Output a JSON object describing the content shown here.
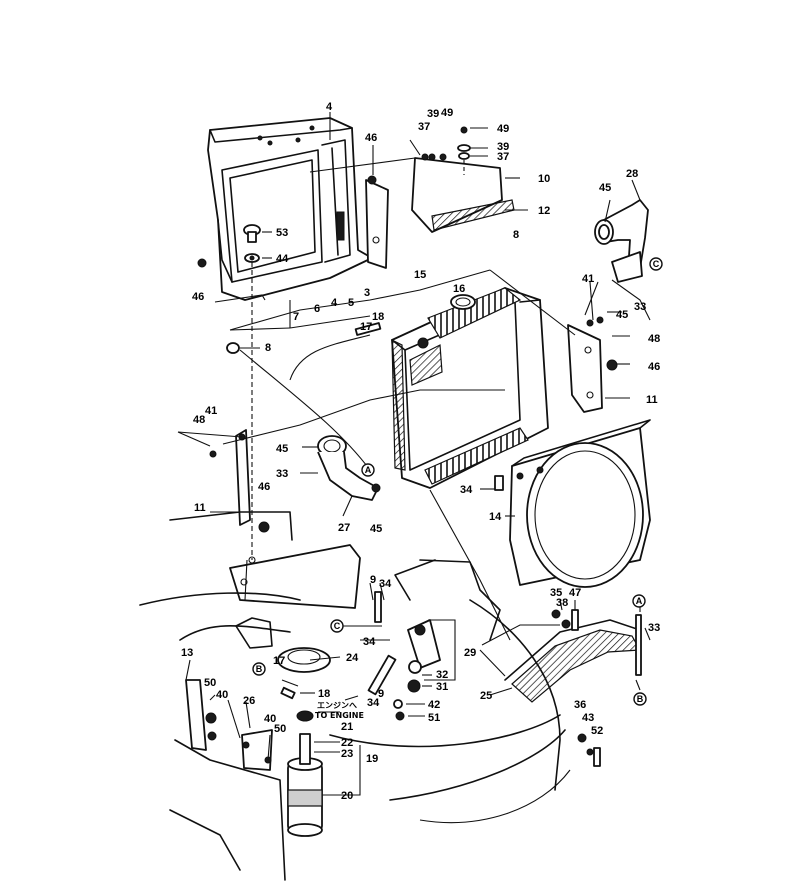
{
  "diagram": {
    "callouts": [
      {
        "id": "c4",
        "label": "4"
      },
      {
        "id": "c46a",
        "label": "46"
      },
      {
        "id": "c39a",
        "label": "39"
      },
      {
        "id": "c49a",
        "label": "49"
      },
      {
        "id": "c37a",
        "label": "37"
      },
      {
        "id": "c49b",
        "label": "49"
      },
      {
        "id": "c39b",
        "label": "39"
      },
      {
        "id": "c37b",
        "label": "37"
      },
      {
        "id": "c10",
        "label": "10"
      },
      {
        "id": "c12",
        "label": "12"
      },
      {
        "id": "c28",
        "label": "28"
      },
      {
        "id": "c45a",
        "label": "45"
      },
      {
        "id": "c53",
        "label": "53"
      },
      {
        "id": "c44",
        "label": "44"
      },
      {
        "id": "c46b",
        "label": "46"
      },
      {
        "id": "c8a",
        "label": "8"
      },
      {
        "id": "c41a",
        "label": "41"
      },
      {
        "id": "c15",
        "label": "15"
      },
      {
        "id": "c16",
        "label": "16"
      },
      {
        "id": "c7",
        "label": "7"
      },
      {
        "id": "c6",
        "label": "6"
      },
      {
        "id": "c4b",
        "label": "4"
      },
      {
        "id": "c5",
        "label": "5"
      },
      {
        "id": "c3",
        "label": "3"
      },
      {
        "id": "c17a",
        "label": "17"
      },
      {
        "id": "c18a",
        "label": "18"
      },
      {
        "id": "c45b",
        "label": "45"
      },
      {
        "id": "c33a",
        "label": "33"
      },
      {
        "id": "c48a",
        "label": "48"
      },
      {
        "id": "c8b",
        "label": "8"
      },
      {
        "id": "c46c",
        "label": "46"
      },
      {
        "id": "c11a",
        "label": "11"
      },
      {
        "id": "c48b",
        "label": "48"
      },
      {
        "id": "c41b",
        "label": "41"
      },
      {
        "id": "c45c",
        "label": "45"
      },
      {
        "id": "c33b",
        "label": "33"
      },
      {
        "id": "c46d",
        "label": "46"
      },
      {
        "id": "c11b",
        "label": "11"
      },
      {
        "id": "c27",
        "label": "27"
      },
      {
        "id": "c45d",
        "label": "45"
      },
      {
        "id": "c34a",
        "label": "34"
      },
      {
        "id": "c14",
        "label": "14"
      },
      {
        "id": "c9a",
        "label": "9"
      },
      {
        "id": "c34b",
        "label": "34"
      },
      {
        "id": "c35",
        "label": "35"
      },
      {
        "id": "c47",
        "label": "47"
      },
      {
        "id": "c38",
        "label": "38"
      },
      {
        "id": "c33c",
        "label": "33"
      },
      {
        "id": "c13",
        "label": "13"
      },
      {
        "id": "c17b",
        "label": "17"
      },
      {
        "id": "c24",
        "label": "24"
      },
      {
        "id": "c34c",
        "label": "34"
      },
      {
        "id": "c29",
        "label": "29"
      },
      {
        "id": "c50a",
        "label": "50"
      },
      {
        "id": "c40a",
        "label": "40"
      },
      {
        "id": "c18b",
        "label": "18"
      },
      {
        "id": "c9b",
        "label": "9"
      },
      {
        "id": "c34d",
        "label": "34"
      },
      {
        "id": "c32",
        "label": "32"
      },
      {
        "id": "c31",
        "label": "31"
      },
      {
        "id": "c25",
        "label": "25"
      },
      {
        "id": "c26",
        "label": "26"
      },
      {
        "id": "c40b",
        "label": "40"
      },
      {
        "id": "c50b",
        "label": "50"
      },
      {
        "id": "c21",
        "label": "21"
      },
      {
        "id": "c42",
        "label": "42"
      },
      {
        "id": "c51",
        "label": "51"
      },
      {
        "id": "c36",
        "label": "36"
      },
      {
        "id": "c43",
        "label": "43"
      },
      {
        "id": "c52",
        "label": "52"
      },
      {
        "id": "c22",
        "label": "22"
      },
      {
        "id": "c23",
        "label": "23"
      },
      {
        "id": "c19",
        "label": "19"
      },
      {
        "id": "c20",
        "label": "20"
      }
    ],
    "reference_marks": [
      {
        "id": "mA1",
        "letter": "A"
      },
      {
        "id": "mC1",
        "letter": "C"
      },
      {
        "id": "mC2",
        "letter": "C"
      },
      {
        "id": "mB1",
        "letter": "B"
      },
      {
        "id": "mA2",
        "letter": "A"
      },
      {
        "id": "mB2",
        "letter": "B"
      }
    ],
    "engine_note_jp": "エンジンへ",
    "engine_note_en": "TO ENGINE"
  }
}
